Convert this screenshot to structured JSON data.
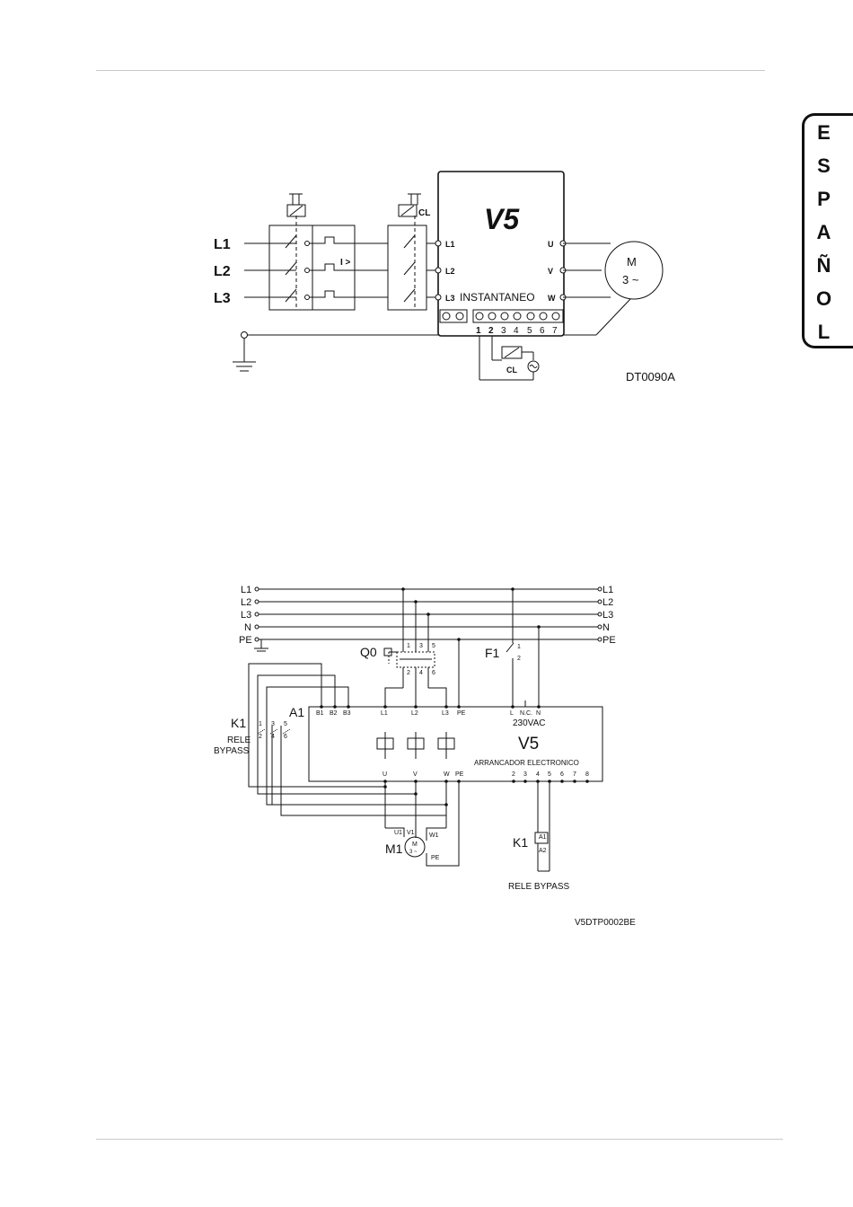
{
  "language_tab": [
    "E",
    "S",
    "P",
    "A",
    "Ñ",
    "O",
    "L"
  ],
  "diagram1": {
    "device": "V5",
    "lines": [
      "L1",
      "L2",
      "L3"
    ],
    "input_terminals": [
      "L1",
      "L2",
      "L3"
    ],
    "output_terminals": [
      "U",
      "V",
      "W"
    ],
    "mode": "INSTANTANEO",
    "control_terminals": [
      "1",
      "2",
      "3",
      "4",
      "5",
      "6",
      "7"
    ],
    "motor": "M",
    "motor_phase": "3 ~",
    "contactor_label": "CL",
    "overload": "I >",
    "drawing_code": "DT0090A"
  },
  "diagram2": {
    "bus_left": [
      "L1",
      "L2",
      "L3",
      "N",
      "PE"
    ],
    "bus_right": [
      "L1",
      "L2",
      "L3",
      "N",
      "PE"
    ],
    "q0": "Q0",
    "q0_top": [
      "1",
      "3",
      "5"
    ],
    "q0_bottom": [
      "2",
      "4",
      "6"
    ],
    "f1": "F1",
    "f1_pins": [
      "1",
      "2"
    ],
    "a1": "A1",
    "top_terms": [
      "B1",
      "B2",
      "B3",
      "L1",
      "L2",
      "L3",
      "PE",
      "L",
      "N.C.",
      "N"
    ],
    "supply": "230VAC",
    "device": "V5",
    "device_desc": "ARRANCADOR ELECTRONICO",
    "bottom_terms": [
      "U",
      "V",
      "W",
      "PE"
    ],
    "ctrl_terms": [
      "2",
      "3",
      "4",
      "5",
      "6",
      "7",
      "8"
    ],
    "k1": "K1",
    "k1_top": [
      "1",
      "3",
      "5"
    ],
    "k1_bottom": [
      "2",
      "4",
      "6"
    ],
    "k1_desc": [
      "RELE",
      "BYPASS"
    ],
    "motor": "M1",
    "motor_symbol": "M",
    "motor_phase": "3 ~",
    "motor_terms": [
      "U1",
      "V1",
      "W1",
      "PE"
    ],
    "coil_pins": [
      "A1",
      "A2"
    ],
    "coil_desc": "RELE BYPASS",
    "drawing_code": "V5DTP0002BE"
  }
}
